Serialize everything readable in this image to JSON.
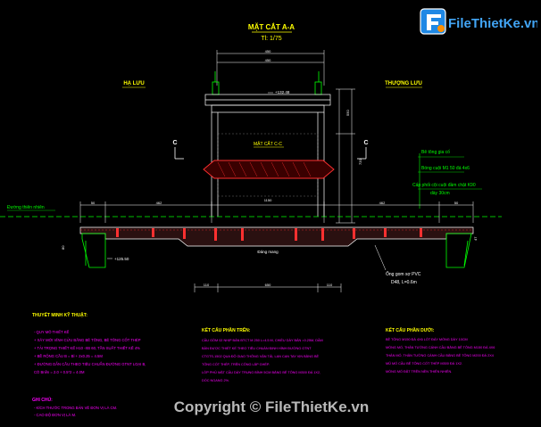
{
  "drawing": {
    "title": "MẶT CẮT A-A",
    "scale": "Tl: 1/75",
    "upstream_label": "HẠ LƯU",
    "downstream_label": "THƯỢNG LƯU",
    "section_mark": "C",
    "section_cc_label": "MẶT CẮT C-C",
    "natural_ground": "Đường thiên nhiên",
    "elev_top": "+132.48",
    "elev_left": "+125.50",
    "pipe_label": "Ống gom sợ PVC",
    "pipe_size": "D48, L=0.6m",
    "bottom_label": "Đáng mang",
    "layer_labels": [
      "Bê tông gia cố",
      "Bóng cuội M1 50 đá 4x6",
      "Cấp phối cội cuội đầm chặt K90",
      "dày 30cm"
    ],
    "dims_top": [
      "450",
      "450"
    ],
    "dims_mid": [
      "50",
      "462",
      "1150",
      "462",
      "50"
    ],
    "dims_bot": [
      "110",
      "650",
      "110"
    ],
    "dims_side": [
      "550",
      "720",
      "80",
      "47"
    ]
  },
  "notes": {
    "tech_title": "THUYẾT MINH KỸ THUẬT:",
    "tech_items": [
      "- QUY MÔ THIẾT KẾ",
      "+ XÂY MỚI VĨNH CỬU BẰNG BÊ TÔNG, BÊ TÔNG CỐT THÉP",
      "+ TẢI TRỌNG THIẾT KẾ H10 -XB 60, TẦN SUẤT THIẾT KẾ 4%",
      "+ BỀ RỘNG CẦU B = Bl + 2x0.25 = 4.5M",
      "+ ĐƯỜNG DẪN CẦU THEO TIÊU CHUẨN ĐƯỜNG GTNT LOẠI B,",
      "  CÓ Bnền = 2.0 + 0.5*2 = 4.0M"
    ],
    "upper_title": "KẾT CẤU PHẦN TRÊN:",
    "upper_items": [
      "CẦU GỒM 02 NHỊP BẢN BTCT M 250 L=4.5 M, CHIỀU DÀY BẢN =0.25M, DẦM",
      "BẢN ĐƯỢC THIẾT KẾ THEO TIÊU CHUẨN ĐỊNH HÌNH ĐƯỜNG GTNT",
      "CTGTS-1502 QUA ĐỘ GIAO THÔNG VẬN TẢI, LAN CAN TAY VỊN BẰNG BÊ",
      "TÔNG CỐT THÉP, TRÊN CÔNG LẮP GHÉP.",
      "LỚP PHỦ MẶT CẦU DÀY TRUNG BÌNH 5CM BẰNG BÊ TÔNG M300 ĐÁ 1X2,",
      "DỐC NGANG 2%."
    ],
    "lower_title": "KẾT CẤU PHẦN DƯỚI:",
    "lower_items": [
      "BÊ TÔNG M150 ĐÁ 4X6 LÓT ĐÁY MÓNG DÀY 10CM",
      "MÓNG MỐ, THÂN TƯỜNG CÁNH CẦU BẰNG BÊ TÔNG M150 ĐÁ 4X6",
      "THÂN MỐ, THÂN TƯỜNG CÁNH CẦU BẰNG BÊ TÔNG M200 ĐÁ 2X4",
      "MŨ MỐ CẦU BÊ TÔNG CỐT THÉP M300 ĐÁ 1X2.",
      "MÓNG MỐ ĐẶT TRÊN NỀN THIÊN NHIÊN."
    ],
    "ghi_chu_title": "GHI CHÚ:",
    "ghi_chu_items": [
      "- KÍCH THƯỚC TRONG BẢN VẼ ĐƠN VỊ LÀ CM.",
      "- CAO ĐỘ ĐƠN VỊ LÀ M."
    ]
  },
  "branding": {
    "logo_text": "FileThietKe.vn",
    "watermark": "Copyright © FileThietKe.vn"
  },
  "colors": {
    "background": "#000000",
    "title_yellow": "#ffff00",
    "line_white": "#ffffff",
    "accent_red": "#ff3030",
    "green": "#00ff00",
    "magenta": "#ff00ff",
    "cyan": "#00ffff"
  }
}
